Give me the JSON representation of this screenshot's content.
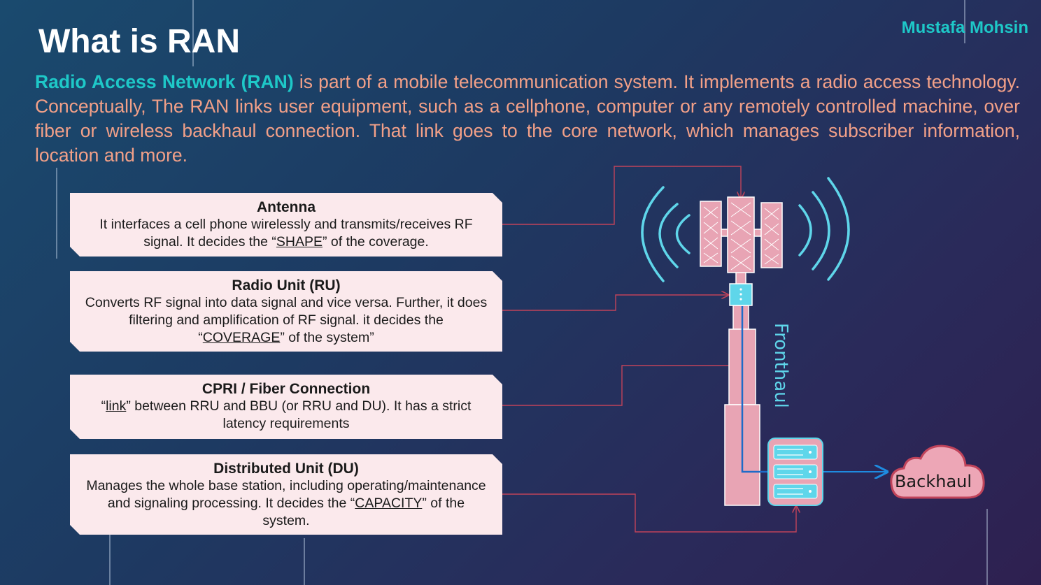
{
  "title": "What is RAN",
  "author": "Mustafa Mohsin",
  "intro": {
    "highlight": "Radio Access Network (RAN)",
    "text": " is part of a mobile telecommunication system. It implements a radio access technology. Conceptually, The RAN links user equipment, such as a cellphone, computer or any remotely controlled machine, over fiber or wireless backhaul connection. That link goes to the core network, which manages subscriber information, location and more."
  },
  "cards": [
    {
      "title": "Antenna",
      "pre": "It interfaces a cell phone wirelessly and transmits/receives RF signal. It decides the “",
      "kw": "SHAPE",
      "post": "” of the coverage."
    },
    {
      "title": "Radio Unit (RU)",
      "pre": "Converts RF signal into data signal and vice versa. Further, it does filtering and amplification of RF signal. it decides the “",
      "kw": "COVERAGE",
      "post": "” of the system”"
    },
    {
      "title": "CPRI / Fiber Connection",
      "pre": "“",
      "kw": "link",
      "post": "” between RRU and BBU (or RRU and DU). It has a strict latency requirements"
    },
    {
      "title": "Distributed Unit (DU)",
      "pre": "Manages the whole base station, including operating/maintenance and signaling processing. It decides the “",
      "kw": "CAPACITY",
      "post": "” of the system."
    }
  ],
  "diagram": {
    "fronthaul_label": "Fronthaul",
    "backhaul_label": "Backhaul"
  },
  "colors": {
    "accent": "#1ec8c8",
    "intro_text": "#f2a088",
    "tower": "#e8a4b4",
    "card_bg": "#fbe9ec",
    "connector": "#c0435a"
  },
  "icons": [
    "antenna-panel-icon",
    "radio-unit-icon",
    "server-rack-icon",
    "cloud-icon",
    "signal-wave-icon"
  ]
}
